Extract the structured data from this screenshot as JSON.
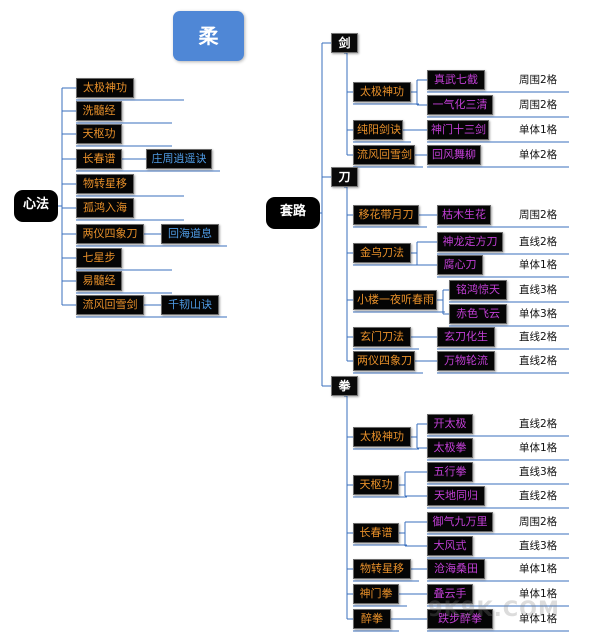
{
  "title": "柔",
  "xinfa": {
    "label": "心法",
    "items": [
      {
        "name": "太极神功"
      },
      {
        "name": "洗髓经"
      },
      {
        "name": "天枢功"
      },
      {
        "name": "长春谱",
        "child": "庄周逍遥诀"
      },
      {
        "name": "物转星移"
      },
      {
        "name": "孤鸿入海"
      },
      {
        "name": "两仪四象刀",
        "child": "回海道息"
      },
      {
        "name": "七星步"
      },
      {
        "name": "易髓经"
      },
      {
        "name": "流风回雪剑",
        "child": "千韧山诀"
      }
    ]
  },
  "taolu": {
    "label": "套路",
    "sections": [
      {
        "label": "剑",
        "groups": [
          {
            "name": "太极神功",
            "skills": [
              {
                "name": "真武七截",
                "range": "周围2格"
              },
              {
                "name": "一气化三清",
                "range": "周围2格"
              }
            ]
          },
          {
            "name": "纯阳剑诀",
            "skills": [
              {
                "name": "神门十三剑",
                "range": "单体1格"
              }
            ]
          },
          {
            "name": "流风回雪剑",
            "skills": [
              {
                "name": "回风舞柳",
                "range": "单体2格"
              }
            ]
          }
        ]
      },
      {
        "label": "刀",
        "groups": [
          {
            "name": "移花带月刀",
            "skills": [
              {
                "name": "枯木生花",
                "range": "周围2格"
              }
            ]
          },
          {
            "name": "金乌刀法",
            "skills": [
              {
                "name": "神龙定方刀",
                "range": "直线2格"
              },
              {
                "name": "腐心刀",
                "range": "单体1格"
              }
            ]
          },
          {
            "name": "小楼一夜听春雨",
            "skills": [
              {
                "name": "铭鸿惊天",
                "range": "直线3格"
              },
              {
                "name": "赤色飞云",
                "range": "单体3格"
              }
            ]
          },
          {
            "name": "玄门刀法",
            "skills": [
              {
                "name": "玄刀化生",
                "range": "直线2格"
              }
            ]
          },
          {
            "name": "两仪四象刀",
            "skills": [
              {
                "name": "万物轮流",
                "range": "直线2格"
              }
            ]
          }
        ]
      },
      {
        "label": "拳",
        "groups": [
          {
            "name": "太极神功",
            "skills": [
              {
                "name": "开太极",
                "range": "直线2格"
              },
              {
                "name": "太极拳",
                "range": "单体1格"
              }
            ]
          },
          {
            "name": "天枢功",
            "skills": [
              {
                "name": "五行拳",
                "range": "直线3格"
              },
              {
                "name": "天地同归",
                "range": "直线2格"
              }
            ]
          },
          {
            "name": "长春谱",
            "skills": [
              {
                "name": "御气九万里",
                "range": "周围2格"
              },
              {
                "name": "大风式",
                "range": "直线3格"
              }
            ]
          },
          {
            "name": "物转星移",
            "skills": [
              {
                "name": "沧海桑田",
                "range": "单体1格"
              }
            ]
          },
          {
            "name": "神门拳",
            "skills": [
              {
                "name": "叠云手",
                "range": "单体1格"
              }
            ]
          },
          {
            "name": "醉拳",
            "skills": [
              {
                "name": "跌步醉拳",
                "range": "单体1格"
              }
            ]
          }
        ]
      }
    ]
  },
  "colors": {
    "connector": "#3a6fbe",
    "underline": "#3a6fbe",
    "title_bg": "#4f87d6",
    "node_bg": "#050505",
    "orange_text": "#e8902a",
    "purple_text": "#c23fd6",
    "blue_text": "#4f9be4"
  },
  "watermark": "9K9K.COM"
}
